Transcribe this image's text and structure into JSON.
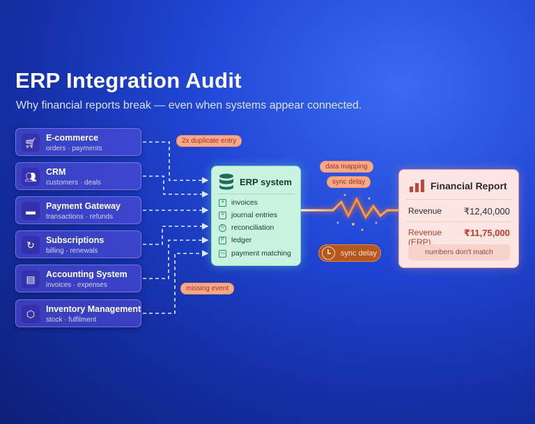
{
  "title": "ERP Integration Audit",
  "subtitle": "Why financial reports break — even when systems appear connected.",
  "sources": [
    {
      "name": "E-commerce",
      "sub": "orders · payments",
      "icon": "cart-icon"
    },
    {
      "name": "CRM",
      "sub": "customers · deals",
      "icon": "users-icon"
    },
    {
      "name": "Payment Gateway",
      "sub": "transactions · refunds",
      "icon": "credit-card-icon"
    },
    {
      "name": "Subscriptions",
      "sub": "billing · renewals",
      "icon": "refresh-icon"
    },
    {
      "name": "Accounting System",
      "sub": "invoices · expenses",
      "icon": "document-icon"
    },
    {
      "name": "Inventory Management",
      "sub": "stock · fulfilment",
      "icon": "box-icon"
    }
  ],
  "badges": {
    "duplicate": "2x duplicate entry",
    "missing": "missing event",
    "mapping": "data mapping",
    "sync_top": "sync delay",
    "sync_pill": "sync delay"
  },
  "erp": {
    "title": "ERP system",
    "items": [
      "invoices",
      "journal entries",
      "reconciliation",
      "ledger",
      "payment matching"
    ]
  },
  "report": {
    "title": "Financial Report",
    "rows": [
      {
        "label": "Revenue",
        "value": "₹12,40,000"
      },
      {
        "label": "Revenue (ERP)",
        "value": "₹11,75,000"
      }
    ],
    "warning": "numbers don't match"
  },
  "colors": {
    "erp": "#c9f2df",
    "report": "#fde6e1",
    "alert": "#c0392b",
    "badge": "#f7a98a"
  }
}
